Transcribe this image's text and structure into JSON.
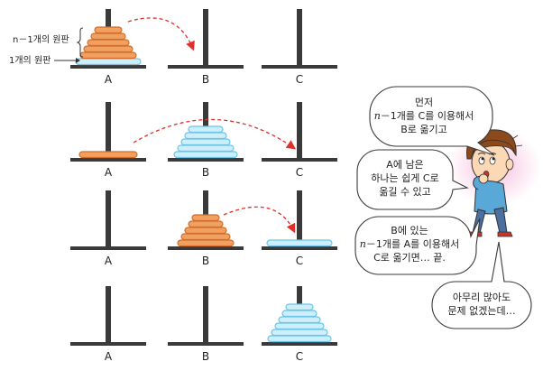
{
  "annotations": {
    "top_disks_label": "n－1개의 원판",
    "bottom_disk_label": "1개의 원판"
  },
  "rows": [
    {
      "pegs": [
        {
          "label": "A",
          "disks": [
            {
              "color": "orange",
              "count": 5
            },
            {
              "color": "blue",
              "count": 1
            }
          ]
        },
        {
          "label": "B",
          "disks": []
        },
        {
          "label": "C",
          "disks": []
        }
      ]
    },
    {
      "pegs": [
        {
          "label": "A",
          "disks": [
            {
              "color": "orange",
              "count": 1
            }
          ]
        },
        {
          "label": "B",
          "disks": [
            {
              "color": "blue",
              "count": 5
            }
          ]
        },
        {
          "label": "C",
          "disks": []
        }
      ]
    },
    {
      "pegs": [
        {
          "label": "A",
          "disks": []
        },
        {
          "label": "B",
          "disks": [
            {
              "color": "orange",
              "count": 5
            }
          ]
        },
        {
          "label": "C",
          "disks": [
            {
              "color": "blue",
              "count": 1
            }
          ]
        }
      ]
    },
    {
      "pegs": [
        {
          "label": "A",
          "disks": []
        },
        {
          "label": "B",
          "disks": []
        },
        {
          "label": "C",
          "disks": [
            {
              "color": "blue",
              "count": 6
            }
          ]
        }
      ]
    }
  ],
  "bubbles": {
    "b1": {
      "line1": "먼저",
      "line2_n": "n",
      "line2_rest": "－1개를 C를 이용해서",
      "line3": "B로 옮기고"
    },
    "b2": {
      "line1": "A에 남은",
      "line2": "하나는 쉽게 C로",
      "line3": "옮길 수 있고"
    },
    "b3": {
      "line1": "B에 있는",
      "line2_n": "n",
      "line2_rest": "－1개를 A를 이용해서",
      "line3": "C로 옮기면… 끝."
    },
    "b4": {
      "line1": "아무리 많아도",
      "line2": "문제 없겠는데…"
    }
  },
  "colors": {
    "orange_fill": "#f0a060",
    "orange_stroke": "#d46c28",
    "blue_fill": "#cdeefb",
    "blue_stroke": "#6cc4e8",
    "peg": "#3a3a3a",
    "arrow": "#e0302a",
    "bubble_stroke": "#3a3a3a"
  }
}
